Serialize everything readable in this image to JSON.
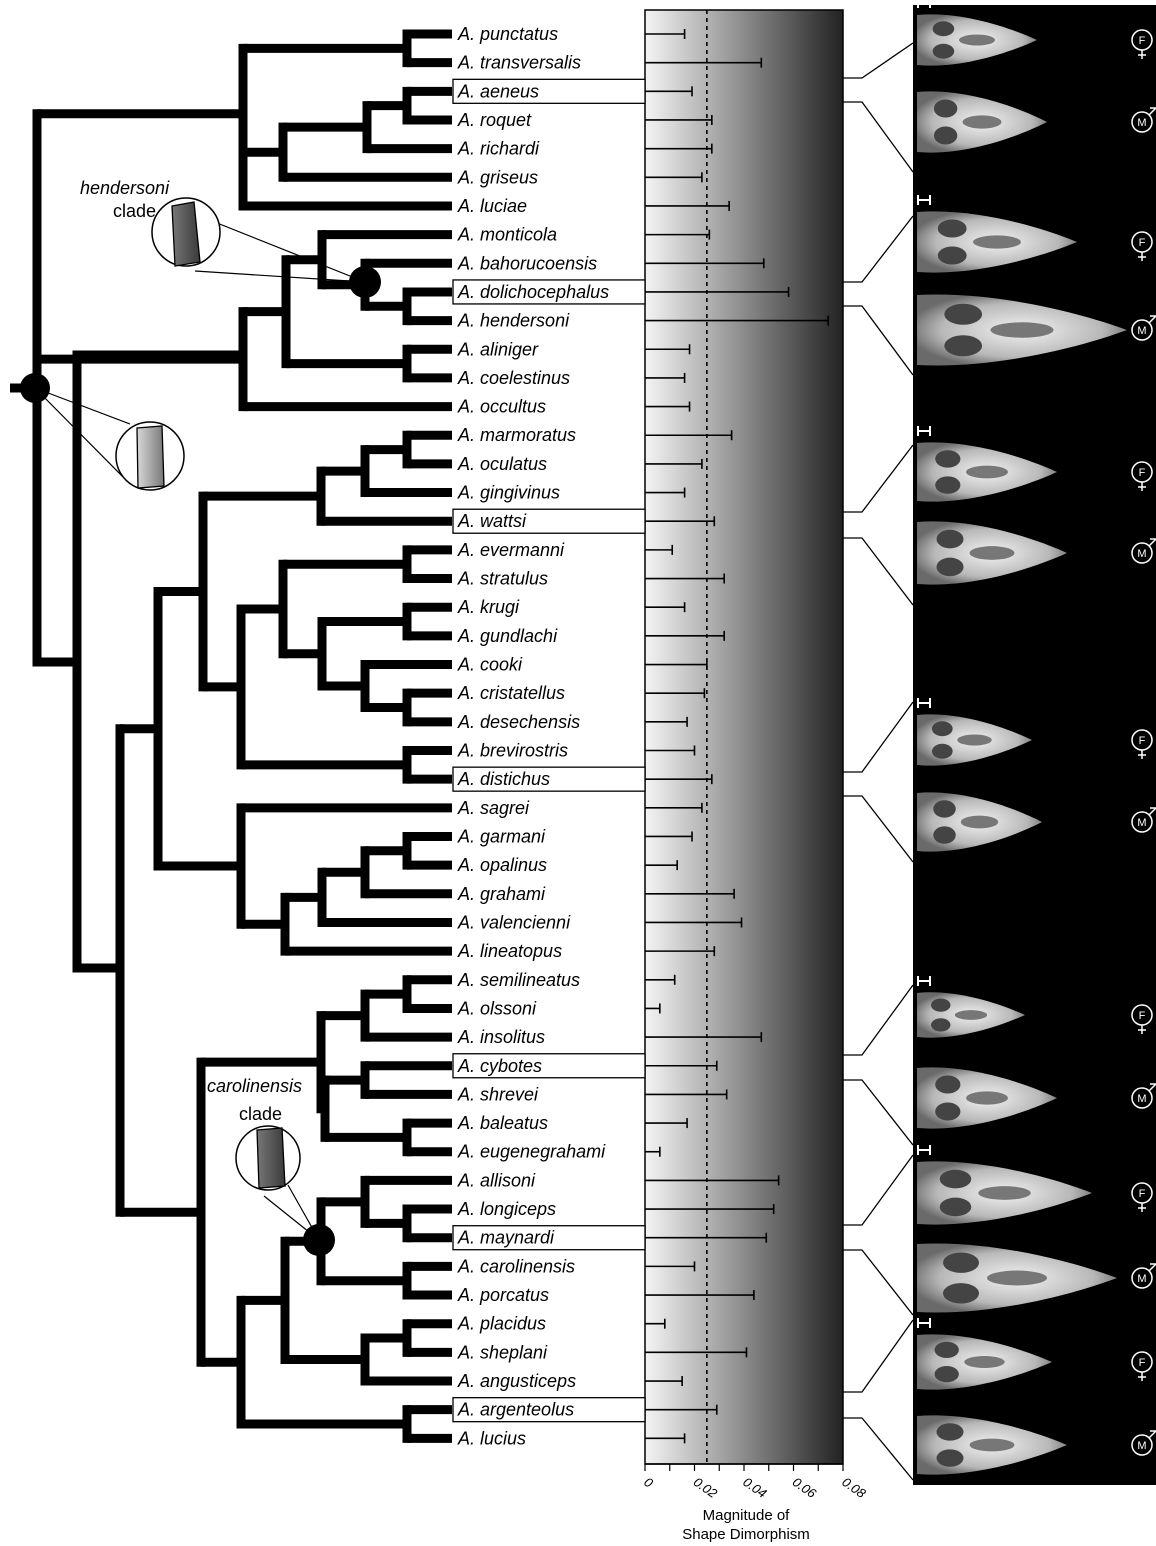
{
  "figure": {
    "clades": [
      {
        "name_line1": "hendersoni",
        "name_line2": "clade"
      },
      {
        "name_line1": "carolinensis",
        "name_line2": "clade"
      }
    ],
    "sex_symbols": {
      "female": "F",
      "male": "M"
    }
  },
  "chart_data": {
    "type": "bar",
    "orientation": "horizontal",
    "categories": [
      "A. punctatus",
      "A. transversalis",
      "A. aeneus",
      "A. roquet",
      "A. richardi",
      "A. griseus",
      "A. luciae",
      "A. monticola",
      "A. bahorucoensis",
      "A. dolichocephalus",
      "A. hendersoni",
      "A. aliniger",
      "A. coelestinus",
      "A. occultus",
      "A. marmoratus",
      "A. oculatus",
      "A. gingivinus",
      "A. wattsi",
      "A. evermanni",
      "A. stratulus",
      "A. krugi",
      "A. gundlachi",
      "A. cooki",
      "A. cristatellus",
      "A. desechensis",
      "A. brevirostris",
      "A. distichus",
      "A. sagrei",
      "A. garmani",
      "A. opalinus",
      "A. grahami",
      "A. valencienni",
      "A. lineatopus",
      "A. semilineatus",
      "A. olssoni",
      "A. insolitus",
      "A. cybotes",
      "A. shrevei",
      "A. baleatus",
      "A. eugenegrahami",
      "A. allisoni",
      "A. longiceps",
      "A. maynardi",
      "A. carolinensis",
      "A. porcatus",
      "A. placidus",
      "A. sheplani",
      "A. angusticeps",
      "A. argenteolus",
      "A. lucius"
    ],
    "values": [
      0.016,
      0.047,
      0.019,
      0.027,
      0.027,
      0.023,
      0.034,
      0.026,
      0.048,
      0.058,
      0.074,
      0.018,
      0.016,
      0.018,
      0.035,
      0.023,
      0.016,
      0.028,
      0.011,
      0.032,
      0.016,
      0.032,
      0.025,
      0.024,
      0.017,
      0.02,
      0.027,
      0.023,
      0.019,
      0.013,
      0.036,
      0.039,
      0.028,
      0.012,
      0.006,
      0.047,
      0.029,
      0.033,
      0.017,
      0.006,
      0.054,
      0.052,
      0.049,
      0.02,
      0.044,
      0.008,
      0.041,
      0.015,
      0.029,
      0.016
    ],
    "highlighted": [
      "A. aeneus",
      "A. dolichocephalus",
      "A. wattsi",
      "A. distichus",
      "A. cybotes",
      "A. maynardi",
      "A. argenteolus"
    ],
    "reference_line": 0.025,
    "xlim": [
      0,
      0.08
    ],
    "xticks": [
      "0",
      "0.02",
      "0.04",
      "0.06",
      "0.08"
    ],
    "xticks_minor": 0.01,
    "xlabel_line1": "Magnitude of",
    "xlabel_line2": "Shape Dimorphism",
    "colors": {
      "gradient_start": "#f4f4f4",
      "gradient_end": "#222222",
      "bar": "#000000",
      "tree": "#000000",
      "photo_panel": "#000000"
    }
  }
}
